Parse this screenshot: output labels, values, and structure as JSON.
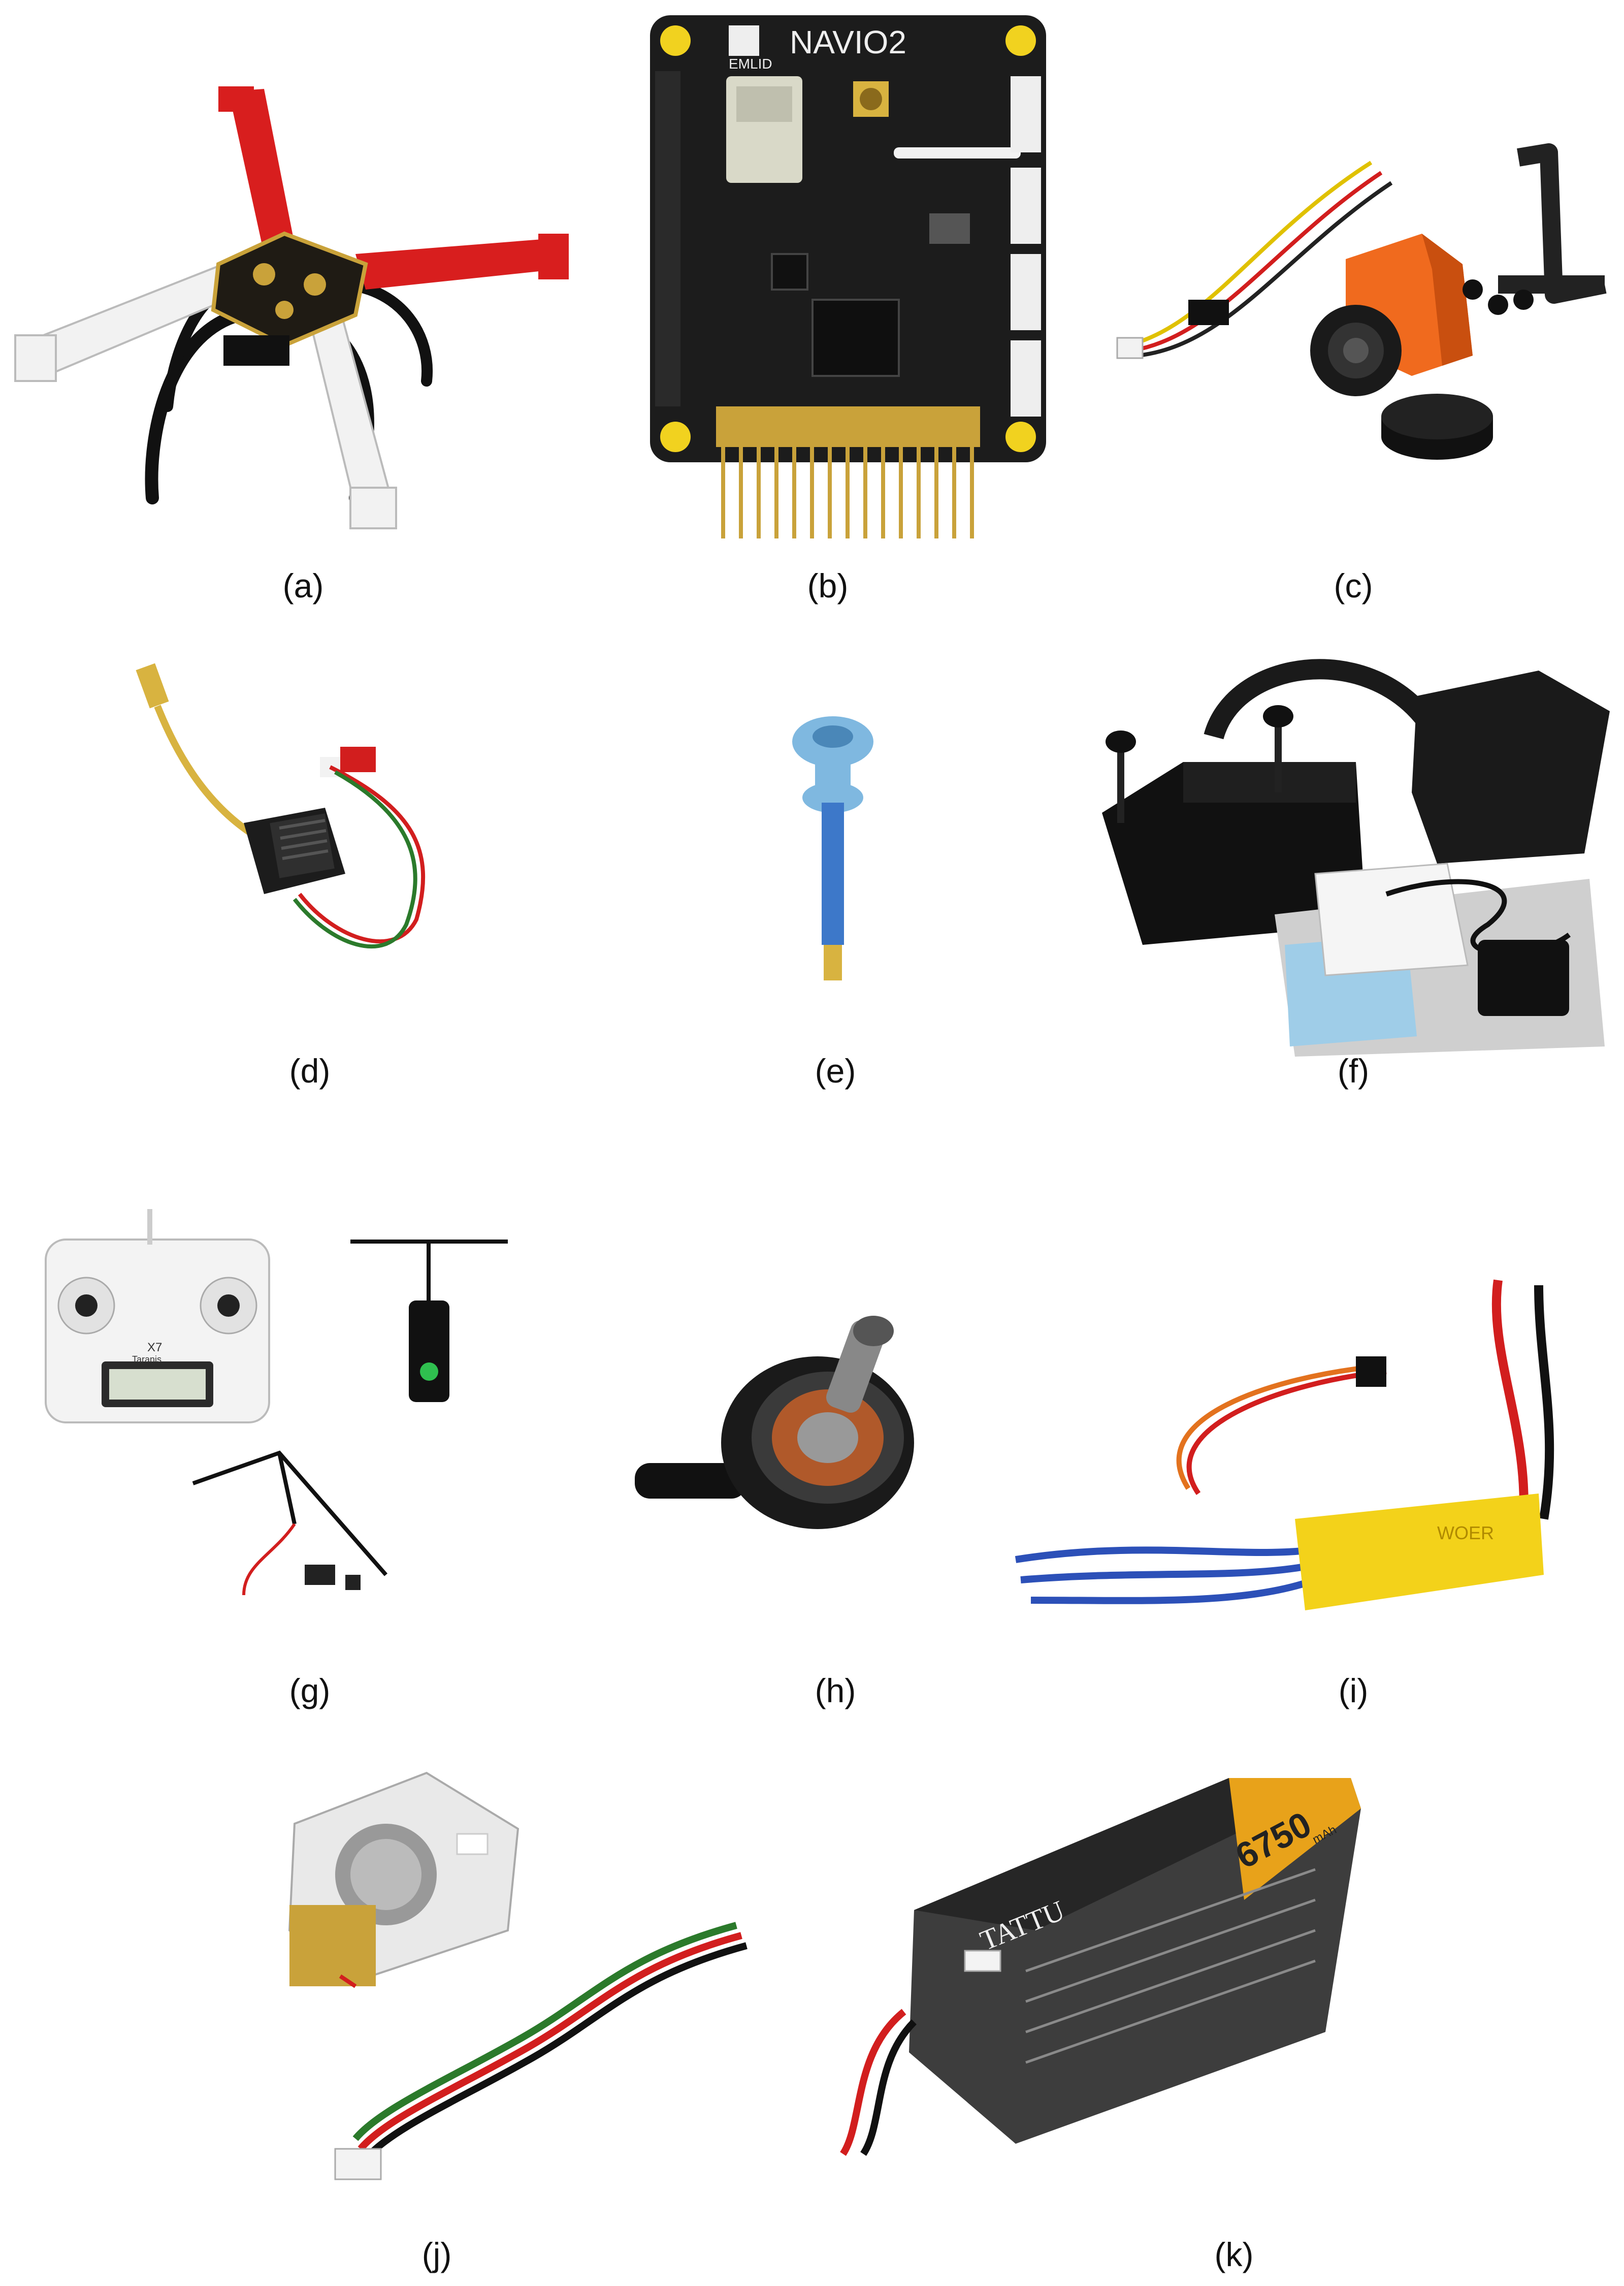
{
  "figure": {
    "panels": [
      {
        "id": "a",
        "label": "(a)",
        "subject": "quadcopter-frame"
      },
      {
        "id": "b",
        "label": "(b)",
        "subject": "flight-controller-board"
      },
      {
        "id": "c",
        "label": "(c)",
        "subject": "fpv-camera"
      },
      {
        "id": "d",
        "label": "(d)",
        "subject": "video-transmitter"
      },
      {
        "id": "e",
        "label": "(e)",
        "subject": "antenna"
      },
      {
        "id": "f",
        "label": "(f)",
        "subject": "fpv-goggles-kit"
      },
      {
        "id": "g",
        "label": "(g)",
        "subject": "radio-transmitter-and-receiver"
      },
      {
        "id": "h",
        "label": "(h)",
        "subject": "brushless-motor"
      },
      {
        "id": "i",
        "label": "(i)",
        "subject": "esc"
      },
      {
        "id": "j",
        "label": "(j)",
        "subject": "buzzer"
      },
      {
        "id": "k",
        "label": "(k)",
        "subject": "lipo-battery"
      }
    ],
    "printed_text": {
      "navio_brand": "NAVIO2",
      "emlid": "EMLID",
      "radio_model": "X7",
      "radio_brand": "Taranis",
      "esc_text": "WOER",
      "battery_brand": "TATTU",
      "battery_capacity": "6750",
      "battery_unit": "mAh"
    },
    "colors": {
      "frame_red": "#d81e1e",
      "frame_white": "#f2f2f2",
      "pcb_black": "#1c1c1c",
      "camera_orange": "#f06a1e",
      "antenna_blue": "#7fb8e0",
      "esc_yellow": "#f3d21a",
      "battery_gold": "#e8a21a"
    }
  }
}
